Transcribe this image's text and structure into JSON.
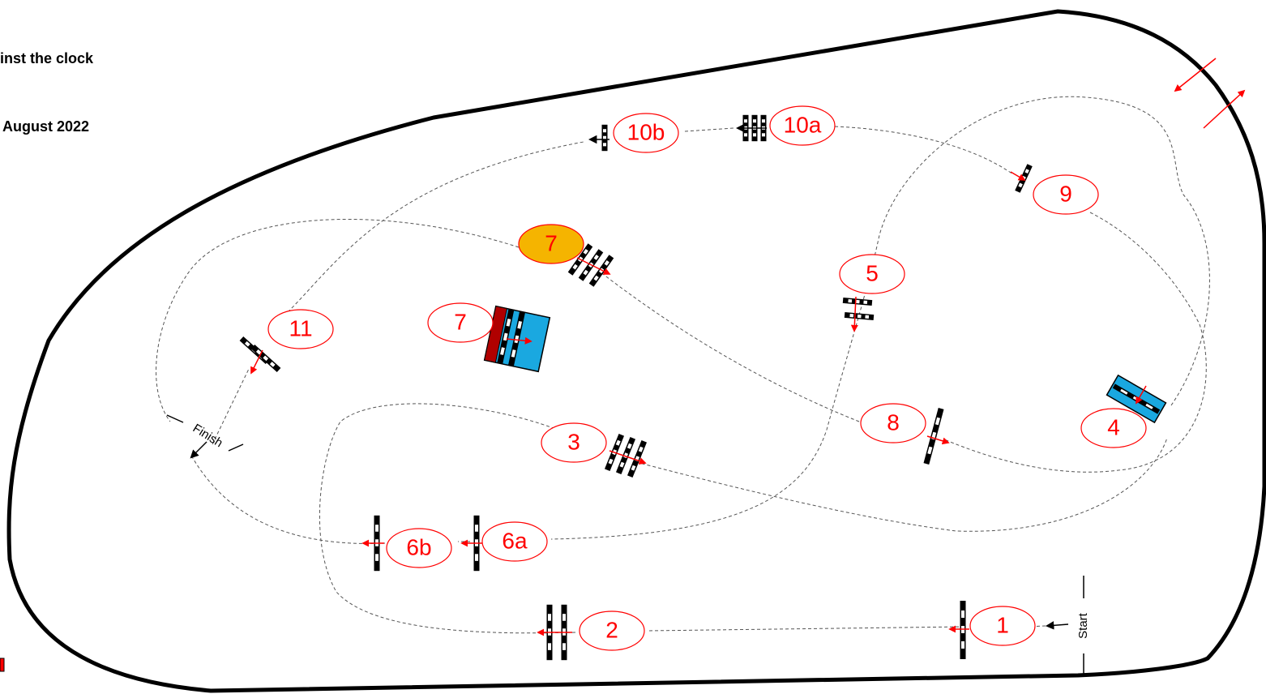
{
  "header": {
    "line1": "inst the clock",
    "line2": "August 2022"
  },
  "course": {
    "start_label": "Start",
    "finish_label": "Finish",
    "obstacles": [
      {
        "id": "1",
        "label": "1"
      },
      {
        "id": "2",
        "label": "2"
      },
      {
        "id": "3",
        "label": "3"
      },
      {
        "id": "4",
        "label": "4"
      },
      {
        "id": "5",
        "label": "5"
      },
      {
        "id": "6a",
        "label": "6a"
      },
      {
        "id": "6b",
        "label": "6b"
      },
      {
        "id": "7",
        "label": "7"
      },
      {
        "id": "7-alt",
        "label": "7"
      },
      {
        "id": "8",
        "label": "8"
      },
      {
        "id": "9",
        "label": "9"
      },
      {
        "id": "10a",
        "label": "10a"
      },
      {
        "id": "10b",
        "label": "10b"
      },
      {
        "id": "11",
        "label": "11"
      }
    ]
  },
  "colors": {
    "arena_border": "#000000",
    "label_red": "#ff0000",
    "highlight_fill": "#f5b400",
    "water_blue": "#1aa8e0",
    "wall_red": "#b00000"
  }
}
